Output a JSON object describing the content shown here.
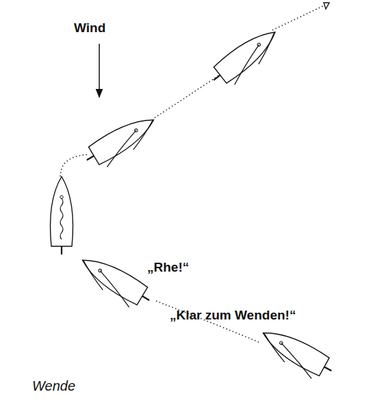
{
  "diagram": {
    "caption": "Wende",
    "labels": [
      "Wind",
      "„Rhe!“",
      "„Klar zum Wenden!“"
    ]
  }
}
